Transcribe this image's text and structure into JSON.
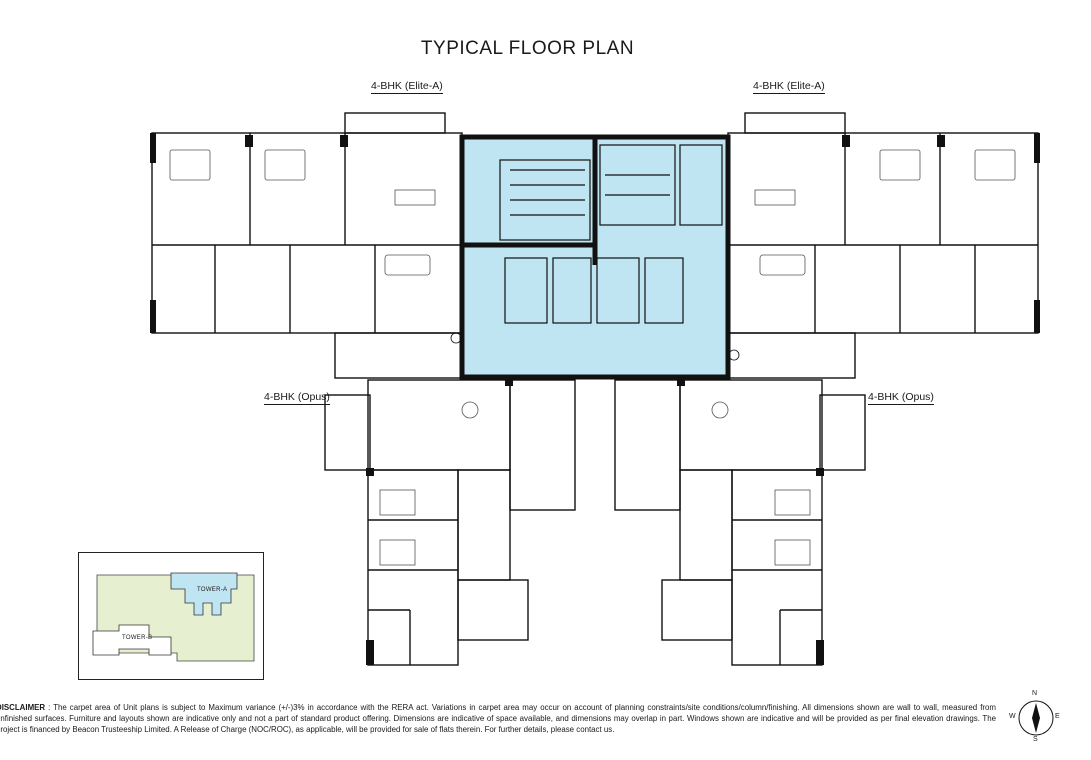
{
  "title": "TYPICAL FLOOR PLAN",
  "units": {
    "top_left": "4-BHK (Elite-A)",
    "top_right": "4-BHK (Elite-A)",
    "bottom_left": "4-BHK (Opus)",
    "bottom_right": "4-BHK (Opus)"
  },
  "key_plan": {
    "tower_a": "TOWER-A",
    "tower_b": "TOWER-B"
  },
  "disclaimer": {
    "heading": "DISCLAIMER",
    "text": " : The carpet area of Unit plans is subject to Maximum variance (+/-)3% in accordance with the RERA act. Variations in carpet area may occur on account of planning constraints/site conditions/column/finishing. All dimensions shown are wall to wall, measured from unfinished surfaces. Furniture and layouts shown are indicative only and not a part of standard product offering. Dimensions are indicative of space available, and dimensions may overlap in part. Windows shown are indicative and will be provided as per final elevation drawings. The project is financed by Beacon Trusteeship Limited. A Release of Charge (NOC/ROC), as applicable, will be provided for sale of flats therein. For further details, please contact us."
  },
  "compass": {
    "n": "N",
    "s": "S",
    "e": "E",
    "w": "W"
  },
  "colors": {
    "core_fill": "#bfe4f2",
    "key_plan_site": "#e6efcf",
    "key_plan_tower": "#bfe4f2",
    "wall": "#111111"
  }
}
